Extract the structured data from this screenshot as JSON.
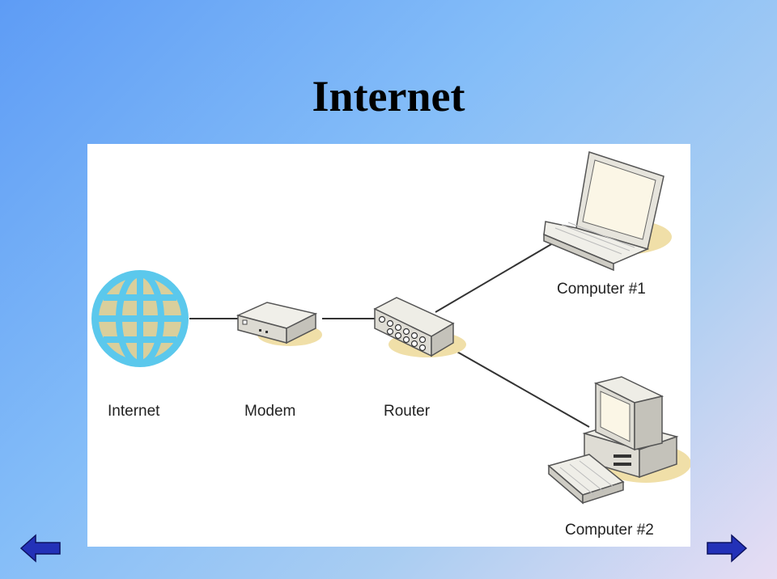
{
  "slide": {
    "title": "Internet"
  },
  "diagram": {
    "nodes": [
      {
        "id": "internet",
        "label": "Internet"
      },
      {
        "id": "modem",
        "label": "Modem"
      },
      {
        "id": "router",
        "label": "Router"
      },
      {
        "id": "computer1",
        "label": "Computer #1"
      },
      {
        "id": "computer2",
        "label": "Computer #2"
      }
    ],
    "edges": [
      [
        "internet",
        "modem"
      ],
      [
        "modem",
        "router"
      ],
      [
        "router",
        "computer1"
      ],
      [
        "router",
        "computer2"
      ]
    ]
  },
  "navigation": {
    "prev_icon": "left-arrow-icon",
    "next_icon": "right-arrow-icon"
  },
  "colors": {
    "globe": "#5bc8ec",
    "globe_fill": "#d9cf9c",
    "device_body": "#e6e4dc",
    "shadow": "#f0dfa8",
    "nav_arrow": "#2331b8"
  }
}
